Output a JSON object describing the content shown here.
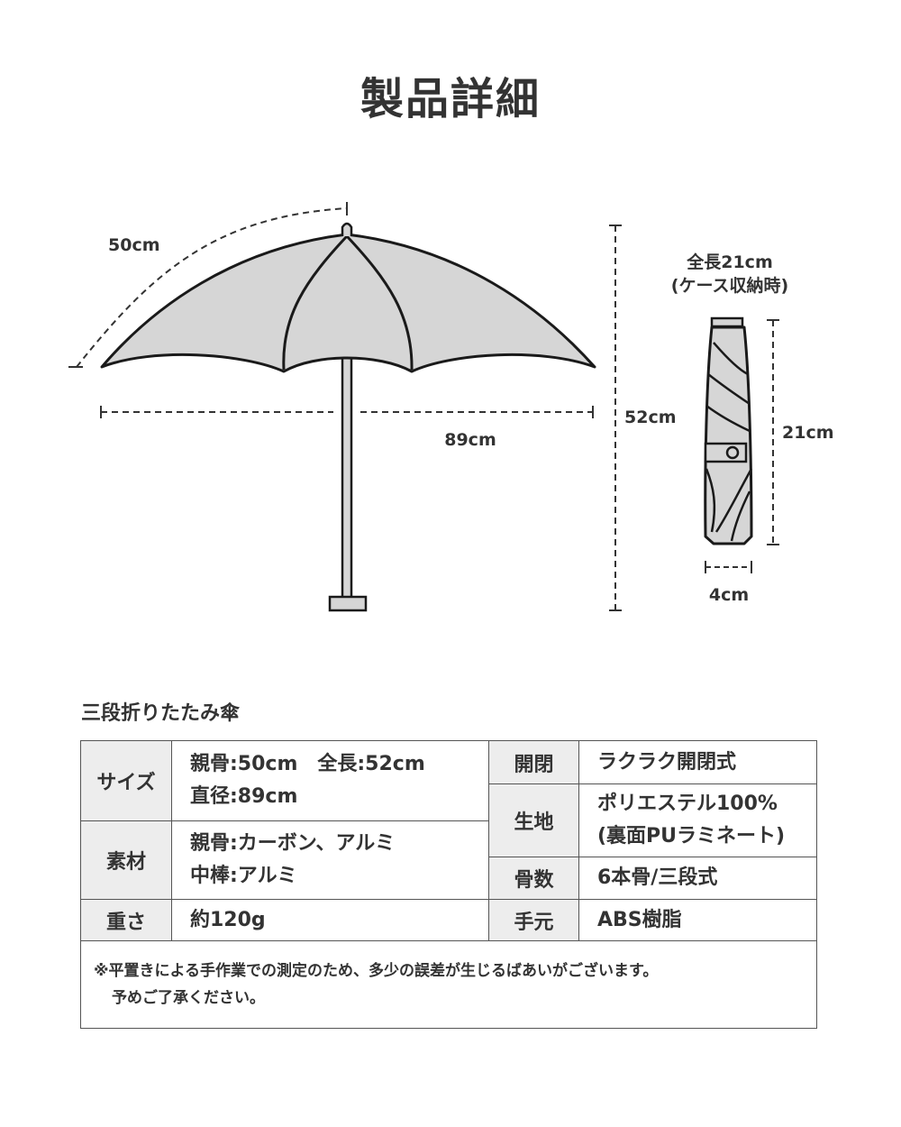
{
  "page_title": "製品詳細",
  "dimensions": {
    "rib_length": "50cm",
    "diameter": "89cm",
    "open_length": "52cm",
    "folded_caption_line1": "全長21cm",
    "folded_caption_line2": "(ケース収納時)",
    "folded_length": "21cm",
    "folded_width": "4cm"
  },
  "product_type": "三段折りたたみ傘",
  "specs": {
    "size_label": "サイズ",
    "size_line1": "親骨:50cm　全長:52cm",
    "size_line2": "直径:89cm",
    "material_label": "素材",
    "material_line1": "親骨:カーボン、アルミ",
    "material_line2": "中棒:アルミ",
    "weight_label": "重さ",
    "weight_value": "約120g",
    "opening_label": "開閉",
    "opening_value": "ラクラク開閉式",
    "fabric_label": "生地",
    "fabric_line1": "ポリエステル100%",
    "fabric_line2": "(裏面PUラミネート)",
    "ribs_label": "骨数",
    "ribs_value": "6本骨/三段式",
    "handle_label": "手元",
    "handle_value": "ABS樹脂"
  },
  "note_line1": "※平置きによる手作業での測定のため、多少の誤差が生じるばあいがございます。",
  "note_line2": "予めご了承ください。",
  "colors": {
    "canopy": "#d6d6d6",
    "outline": "#1a1a1a",
    "header_bg": "#ededed",
    "text": "#333333"
  }
}
